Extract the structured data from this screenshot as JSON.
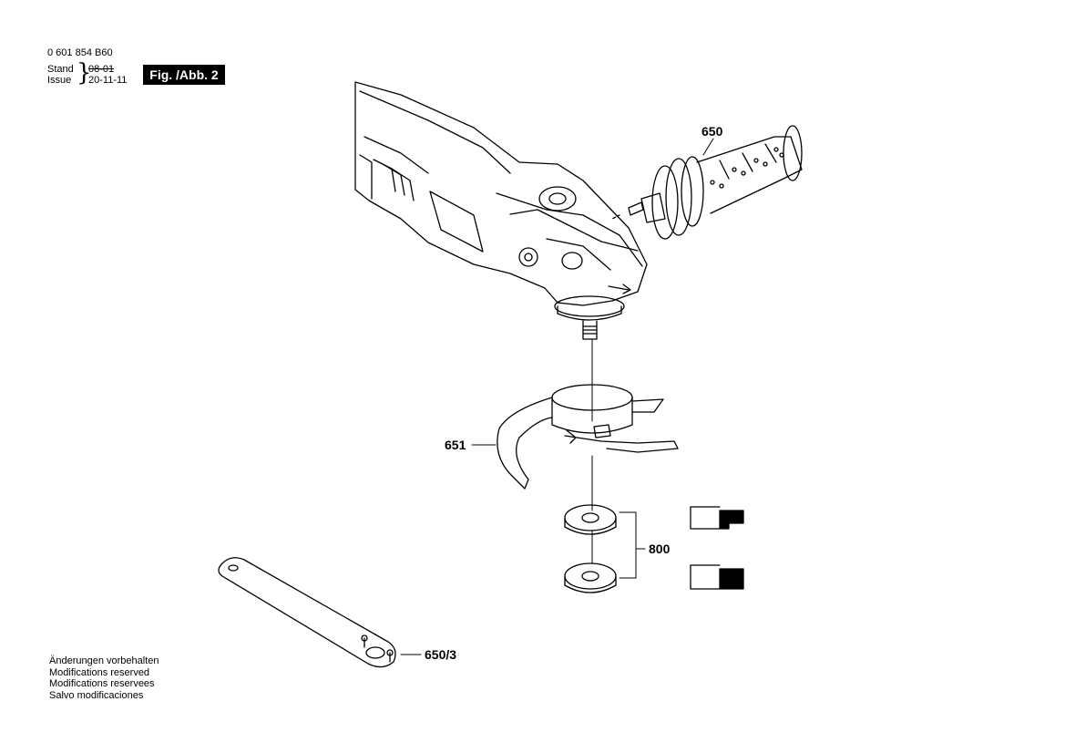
{
  "header": {
    "document_number": "0 601 854 B60",
    "stand_label": "Stand",
    "issue_label": "Issue",
    "stand_date": "08-01",
    "issue_date": "20-11-11",
    "figure_label": "Fig. /Abb. 2"
  },
  "callouts": {
    "side_handle": "650",
    "protective_guard": "651",
    "flange_set": "800",
    "spanner": "650/3"
  },
  "notes": [
    "Änderungen vorbehalten",
    "Modifications reserved",
    "Modifications reservees",
    "Salvo modificaciones"
  ]
}
